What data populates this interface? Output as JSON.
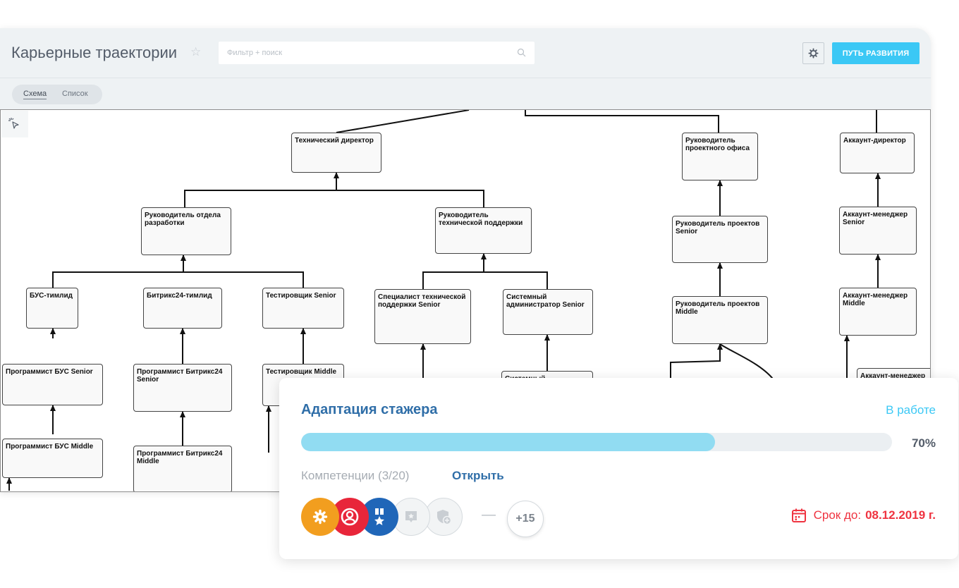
{
  "header": {
    "title": "Карьерные траектории",
    "search_placeholder": "Фильтр + поиск",
    "path_button": "ПУТЬ РАЗВИТИЯ"
  },
  "view_switcher": {
    "tabs": [
      "Схема",
      "Список"
    ],
    "active": "Схема"
  },
  "scheme": {
    "nodes": [
      "Технический директор",
      "Руководитель отдела разработки",
      "Руководитель технической поддержки",
      "БУС-тимлид",
      "Битрикс24-тимлид",
      "Тестировщик Senior",
      "Специалист технической поддержки Senior",
      "Системный администратор Senior",
      "Программист БУС Senior",
      "Программист Битрикс24 Senior",
      "Тестировщик Middle",
      "Программист БУС Middle",
      "Программист Битрикс24 Middle",
      "Системный",
      "Руководитель проектного офиса",
      "Руководитель проектов Senior",
      "Руководитель проектов Middle",
      "Аккаунт-директор",
      "Аккаунт-менеджер Senior",
      "Аккаунт-менеджер Middle",
      "Аккаунт-менеджер"
    ]
  },
  "task_card": {
    "title": "Адаптация стажера",
    "status": "В работе",
    "progress": 70,
    "progress_label": "70%",
    "competencies_label": "Компетенции (3/20)",
    "open_link": "Открыть",
    "badges": [
      {
        "icon": "gear-icon",
        "color": "#f29e1f",
        "state": "earned"
      },
      {
        "icon": "user-icon",
        "color": "#e8263a",
        "state": "earned"
      },
      {
        "icon": "medal-icon",
        "color": "#2066b8",
        "state": "earned"
      },
      {
        "icon": "star-badge-icon",
        "color": "#f2f4f5",
        "state": "locked"
      },
      {
        "icon": "shield-plus-icon",
        "color": "#f2f4f5",
        "state": "locked"
      }
    ],
    "more_count": "+15",
    "deadline_label": "Срок до:",
    "deadline_date": "08.12.2019 г."
  }
}
